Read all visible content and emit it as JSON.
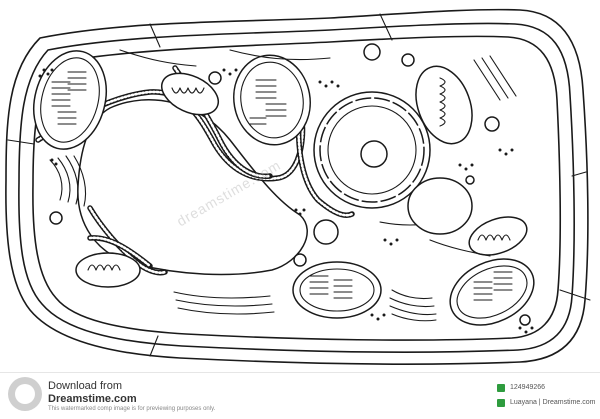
{
  "footer": {
    "download_text": "Download from",
    "site_name": "Dreamstime.com",
    "notice": "This watermarked comp image is for previewing purposes only.",
    "image_id": "124949266",
    "credit": "Luayana | Dreamstime.com"
  },
  "watermark": "dreamstime.com",
  "colors": {
    "line": "#1a1a1a",
    "badge": "#2e9c3e",
    "icon": "#cfcfcf"
  }
}
